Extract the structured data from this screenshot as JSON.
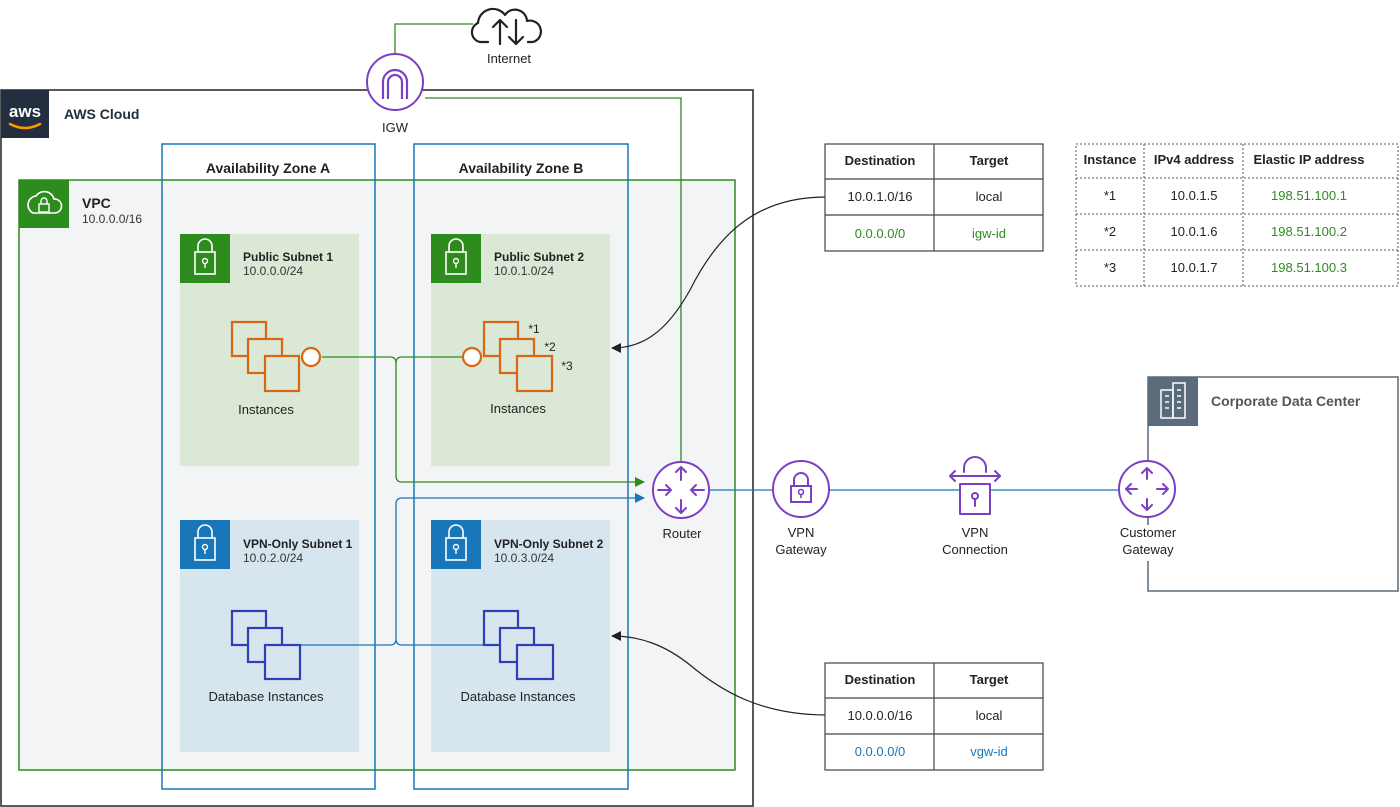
{
  "internet": {
    "label": "Internet"
  },
  "igw": {
    "label": "IGW"
  },
  "aws_cloud": {
    "label": "AWS Cloud",
    "logo_text": "aws"
  },
  "vpc": {
    "label": "VPC",
    "cidr": "10.0.0.0/16"
  },
  "zones": [
    {
      "label": "Availability Zone A"
    },
    {
      "label": "Availability Zone B"
    }
  ],
  "subnets": {
    "public_1": {
      "name": "Public Subnet 1",
      "cidr": "10.0.0.0/24",
      "instances_label": "Instances"
    },
    "public_2": {
      "name": "Public Subnet 2",
      "cidr": "10.0.1.0/24",
      "instances_label": "Instances",
      "markers": [
        "*1",
        "*2",
        "*3"
      ]
    },
    "vpn_1": {
      "name": "VPN-Only Subnet 1",
      "cidr": "10.0.2.0/24",
      "instances_label": "Database Instances"
    },
    "vpn_2": {
      "name": "VPN-Only Subnet 2",
      "cidr": "10.0.3.0/24",
      "instances_label": "Database Instances"
    }
  },
  "router": {
    "label": "Router"
  },
  "vpn_gateway": {
    "label_line1": "VPN",
    "label_line2": "Gateway"
  },
  "vpn_connection": {
    "label_line1": "VPN",
    "label_line2": "Connection"
  },
  "customer_gateway": {
    "label_line1": "Customer",
    "label_line2": "Gateway"
  },
  "corporate_dc": {
    "label": "Corporate Data Center"
  },
  "route_table_public": {
    "headers": [
      "Destination",
      "Target"
    ],
    "rows": [
      [
        "10.0.1.0/16",
        "local"
      ],
      [
        "0.0.0.0/0",
        "igw-id"
      ]
    ]
  },
  "route_table_vpn": {
    "headers": [
      "Destination",
      "Target"
    ],
    "rows": [
      [
        "10.0.0.0/16",
        "local"
      ],
      [
        "0.0.0.0/0",
        "vgw-id"
      ]
    ]
  },
  "eip_table": {
    "headers": [
      "Instance",
      "IPv4 address",
      "Elastic IP address"
    ],
    "rows": [
      [
        "*1",
        "10.0.1.5",
        "198.51.100.1"
      ],
      [
        "*2",
        "10.0.1.6",
        "198.51.100.2"
      ],
      [
        "*3",
        "10.0.1.7",
        "198.51.100.3"
      ]
    ]
  },
  "colors": {
    "purple": "#7b3fc4",
    "green": "#2e8b1e",
    "blue": "#1976b8",
    "orange": "#d86613",
    "navy": "#2f3fb8",
    "public_bg": "#dbe8d5",
    "vpn_bg": "#d6e5ee"
  }
}
